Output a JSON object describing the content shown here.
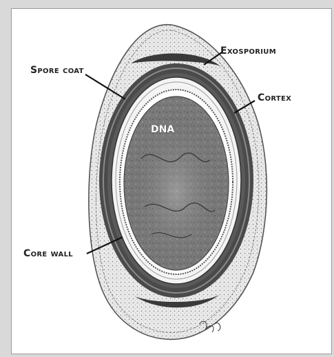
{
  "diagram": {
    "labels": {
      "exosporium": "Exosporium",
      "spore_coat": "Spore coat",
      "cortex": "Cortex",
      "dna": "DNA",
      "core_wall": "Core wall"
    },
    "colors": {
      "background": "#d9d9d9",
      "frame": "#ffffff",
      "ink": "#222222"
    }
  }
}
